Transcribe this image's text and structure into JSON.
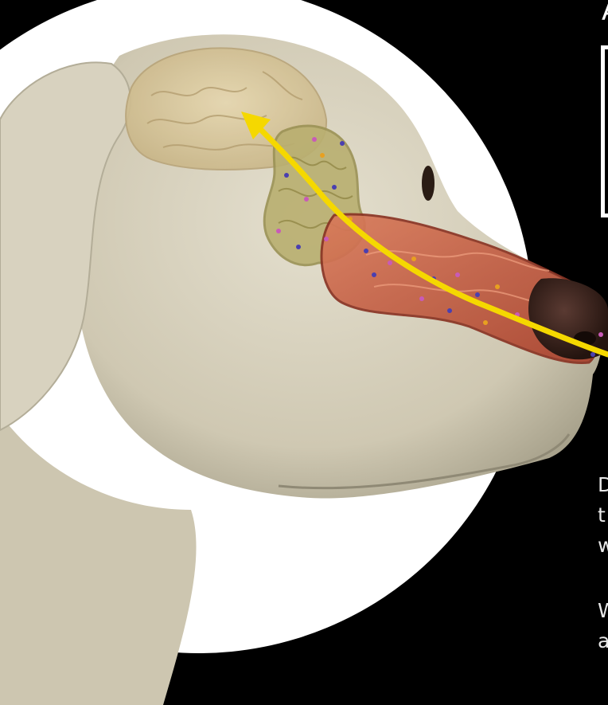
{
  "colors": {
    "background": "#000000",
    "disc": "#ffffff",
    "fur": "#d9d3c0",
    "fur_shadow": "#a9a38f",
    "brain": "#d8c8a0",
    "olfactory_region": "#b8ae6a",
    "nasal_passage": "#c8583e",
    "nose": "#3a2420",
    "airflow_arrow": "#f5d800",
    "molecule_purple": "#4a3fb0",
    "molecule_pink": "#c85ab8",
    "molecule_orange": "#e8a020"
  },
  "side_text": {
    "line1": "D",
    "line2": "t",
    "line3": "w",
    "line4": "W",
    "line5": "a"
  },
  "top_glyph": "A"
}
